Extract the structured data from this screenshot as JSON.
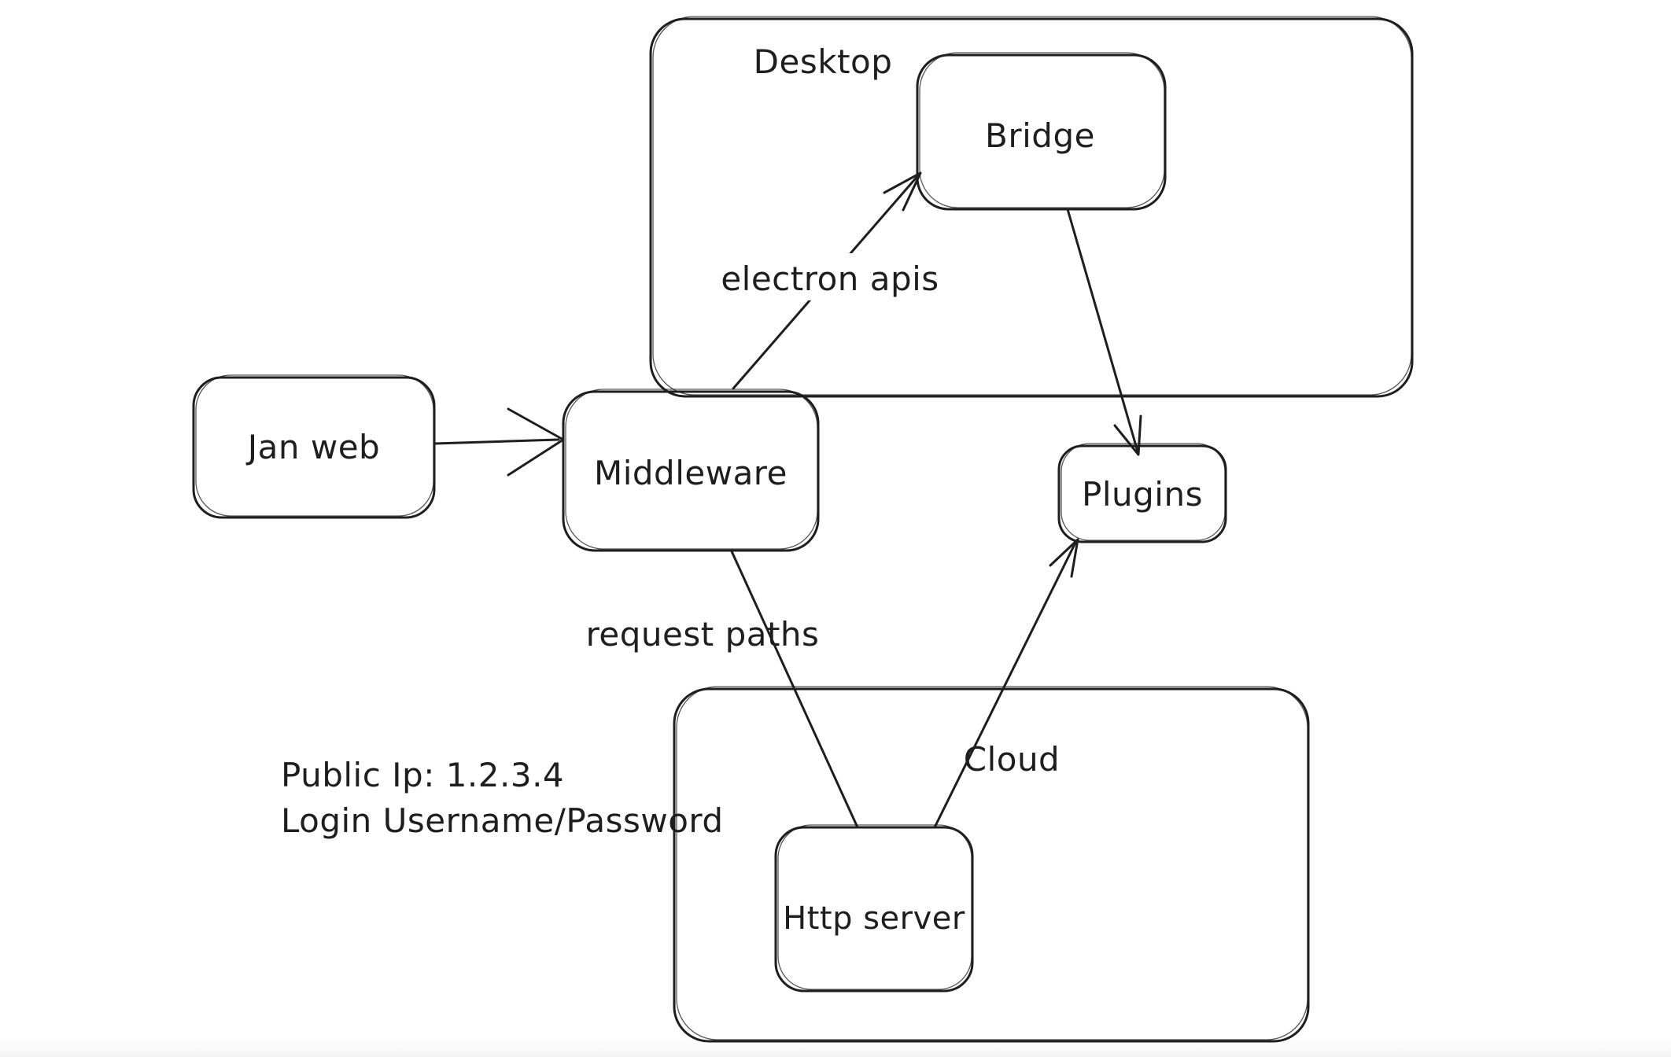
{
  "diagram": {
    "background": "#ffffff",
    "ink_color": "#1e1e1e",
    "containers": [
      {
        "label": "Desktop",
        "contains": [
          "Bridge"
        ]
      },
      {
        "label": "Cloud",
        "contains": [
          "Http server"
        ]
      }
    ],
    "nodes": [
      {
        "label": "Jan web"
      },
      {
        "label": "Middleware"
      },
      {
        "label": "Bridge"
      },
      {
        "label": "Plugins"
      },
      {
        "label": "Http server"
      }
    ],
    "edges": [
      {
        "from": "Jan web",
        "to": "Middleware",
        "label": "",
        "arrowhead": "end"
      },
      {
        "from": "Middleware",
        "to": "Bridge",
        "label": "electron apis",
        "arrowhead": "end"
      },
      {
        "from": "Bridge",
        "to": "Plugins",
        "label": "",
        "arrowhead": "end"
      },
      {
        "from": "Middleware",
        "to": "Http server",
        "label": "request paths",
        "arrowhead": "none"
      },
      {
        "from": "Http server",
        "to": "Plugins",
        "label": "",
        "arrowhead": "end"
      }
    ],
    "notes": [
      {
        "text": "Public Ip: 1.2.3.4"
      },
      {
        "text": "Login Username/Password"
      }
    ]
  }
}
